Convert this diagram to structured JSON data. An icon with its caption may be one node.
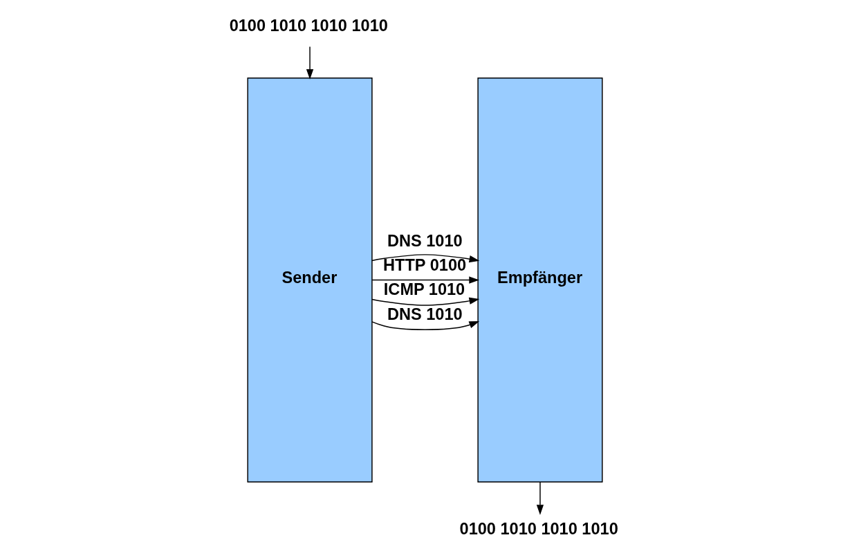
{
  "diagram": {
    "nodes": [
      {
        "text": [
          "0100 1010 1010 1010"
        ]
      },
      {
        "text": [
          "Sender"
        ]
      },
      {
        "text": [
          "Empfänger"
        ]
      },
      {
        "text": [
          "0100 1010 1010 1010"
        ]
      }
    ],
    "edges": [
      {
        "from": 0,
        "to": 1,
        "arrow": "to"
      },
      {
        "from": 1,
        "to": 2,
        "arrow": "to",
        "label": "HTTP 0100"
      },
      {
        "from": 1,
        "to": 2,
        "arrow": "to",
        "label": "DNS 1010"
      },
      {
        "from": 1,
        "to": 2,
        "arrow": "to",
        "label": "ICMP 1010"
      },
      {
        "from": 1,
        "to": 2,
        "arrow": "to",
        "label": "DNS 1010"
      },
      {
        "from": 2,
        "to": 3,
        "arrow": "to"
      }
    ]
  }
}
